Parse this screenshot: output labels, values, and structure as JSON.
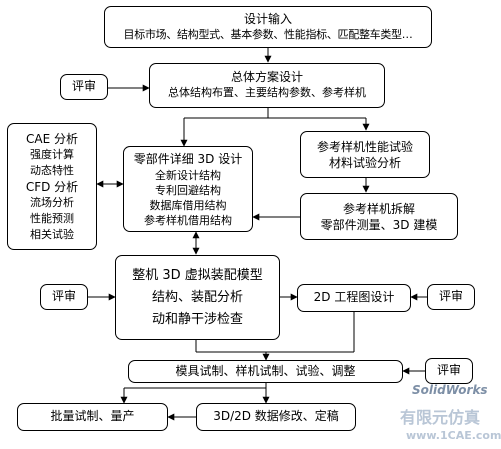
{
  "design_input": {
    "title": "设计输入",
    "detail": "目标市场、结构型式、基本参数、性能指标、匹配整车类型…"
  },
  "overall_design": {
    "title": "总体方案设计",
    "detail": "总体结构布置、主要结构参数、参考样机"
  },
  "review_1": "评审",
  "cae": {
    "lines": [
      "CAE 分析",
      "强度计算",
      "动态特性",
      "CFD 分析",
      "流场分析",
      "性能预测",
      "相关试验"
    ]
  },
  "detail_design": {
    "title": "零部件详细 3D 设计",
    "lines": [
      "全新设计结构",
      "专利回避结构",
      "数据库借用结构",
      "参考样机借用结构"
    ]
  },
  "ref_test": {
    "lines": [
      "参考样机性能试验",
      "材料试验分析"
    ]
  },
  "ref_disassembly": {
    "lines": [
      "参考样机拆解",
      "零部件测量、3D 建模"
    ]
  },
  "assembly": {
    "lines": [
      "整机 3D 虚拟装配模型",
      "结构、装配分析",
      "动和静干涉检查"
    ]
  },
  "review_2": "评审",
  "drawing": "2D 工程图设计",
  "review_3": "评审",
  "trial": "模具试制、样机试制、试验、调整",
  "review_4": "评审",
  "mass_production": "批量试制、量产",
  "data_revision": "3D/2D 数据修改、定稿",
  "watermark": {
    "top": "SolidWorks",
    "cn": "有限元仿真",
    "url": "www.1CAE.com"
  }
}
